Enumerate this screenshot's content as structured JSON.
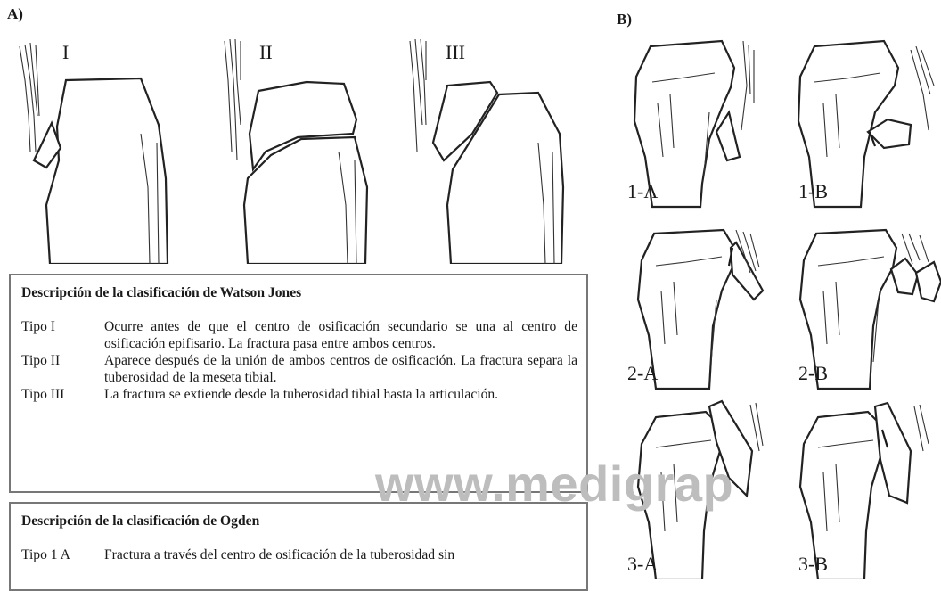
{
  "panel_a": {
    "label": "A)",
    "types": [
      "I",
      "II",
      "III"
    ]
  },
  "panel_b": {
    "label": "B)",
    "captions": [
      "1-A",
      "1-B",
      "2-A",
      "2-B",
      "3-A",
      "3-B"
    ]
  },
  "watson_jones": {
    "title": "Descripción de la clasificación de Watson Jones",
    "rows": [
      {
        "type": "Tipo I",
        "desc": "Ocurre antes de que el centro de osificación secundario se una al centro de osificación epifisario. La fractura pasa entre ambos centros."
      },
      {
        "type": "Tipo II",
        "desc": "Aparece después de la unión de ambos centros de osificación. La fractura separa la tuberosidad de la meseta tibial."
      },
      {
        "type": "Tipo III",
        "desc": "La fractura se extiende desde la tuberosidad tibial hasta la articulación."
      }
    ]
  },
  "ogden": {
    "title": "Descripción de la clasificación de Ogden",
    "rows": [
      {
        "type": "Tipo 1 A",
        "desc": "Fractura a través del centro de osificación de la tuberosidad sin"
      }
    ]
  },
  "watermark": "www.medigraphic.org.mx"
}
